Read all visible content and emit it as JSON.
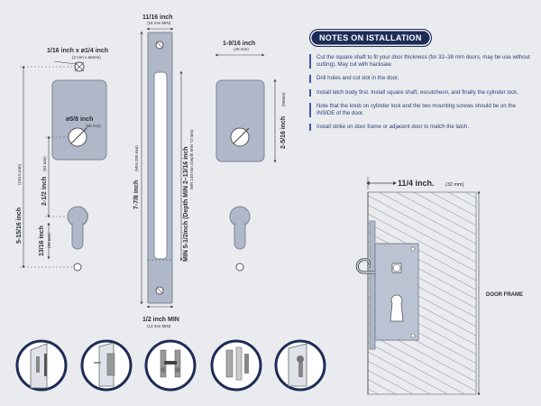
{
  "colors": {
    "background": "#e9ebee",
    "plate_fill": "#aeb8c8",
    "plate_stroke": "#7c8593",
    "dimension_line": "#3a3f48",
    "note_text": "#2a3e7a",
    "title_fill": "#1d2b57",
    "hatch": "#8a8f97"
  },
  "notes": {
    "title": "NOTES ON ISTALLATION",
    "items": [
      "Cut the square shaft to fit your door thickness (for 32–38 mm doors, may be use without cutting). May cut with hacksaw.",
      "Drill holes and cut slot in the door.",
      "Install latch body first. Install square shaft, escutcheon, and finally the cylinder lock.",
      "Note that the knob on cylinder lock and the two mounting screws should be on the INSIDE of the door.",
      "Install strike on door frame or adjacent door to match the latch."
    ]
  },
  "left_plate": {
    "top_hole_label": "1/16 inch x ø1/4 inch",
    "top_hole_sub": "(2 mm x ø6mm)",
    "spindle_label": "ø5/8 inch",
    "spindle_sub": "(16 mm)",
    "height_label": "5-15/16 inch",
    "height_sub": "(150.5 mm)",
    "spindle_to_cyl_label": "2-1/2 inch",
    "spindle_to_cyl_sub": "(63 mm)",
    "cyl_label": "13/16 inch",
    "cyl_sub": "(20 mm)"
  },
  "faceplate": {
    "width_label": "11/16 inch",
    "width_sub": "(18 mm MIN)",
    "height_label": "7-7/8 inch",
    "height_sub": "(MIN 200 mm)",
    "depth_label": "MIN 5-1/2inch (Depth MIN 2–13/16 inch",
    "depth_sub": "MIN 140 mm (Depth MIN 72 mm)",
    "bottom_label": "1/2 inch MIN",
    "bottom_sub": "(13 mm MIN)"
  },
  "right_plate": {
    "width_label": "1-9/16 inch",
    "width_sub": "(40 mm)",
    "height_label": "2-5/16 inch",
    "height_sub": "(58mm)"
  },
  "install": {
    "width_label": "11/4 inch.",
    "width_sub": "(32 mm)",
    "frame_label": "DOOR FRAME"
  },
  "steps": [
    {
      "icon": "step-1-drill-door-icon"
    },
    {
      "icon": "step-2-install-latch-icon"
    },
    {
      "icon": "step-3-insert-shaft-icon"
    },
    {
      "icon": "step-4-mount-escutcheon-icon"
    },
    {
      "icon": "step-5-install-cylinder-icon"
    }
  ]
}
